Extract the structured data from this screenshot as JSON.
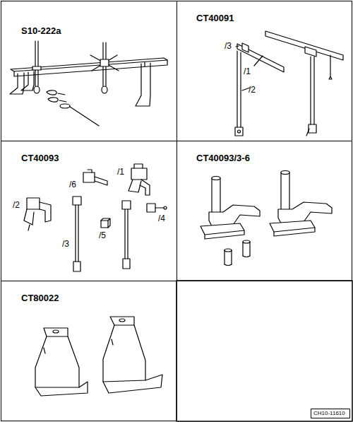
{
  "diagram": {
    "nodes": [
      {
        "text": [
          "S10-222a"
        ]
      },
      {
        "text": [
          "CT40091"
        ]
      },
      {
        "text": [
          "CT40093"
        ]
      },
      {
        "text": [
          "CT40093/3-6"
        ]
      },
      {
        "text": [
          "CT80022"
        ]
      },
      {
        "text": [
          "CH10-11610"
        ]
      }
    ],
    "labels": [
      "/3",
      "/1",
      "/2",
      "/1",
      "/6",
      "/2",
      "/4",
      "/3",
      "/5"
    ]
  }
}
